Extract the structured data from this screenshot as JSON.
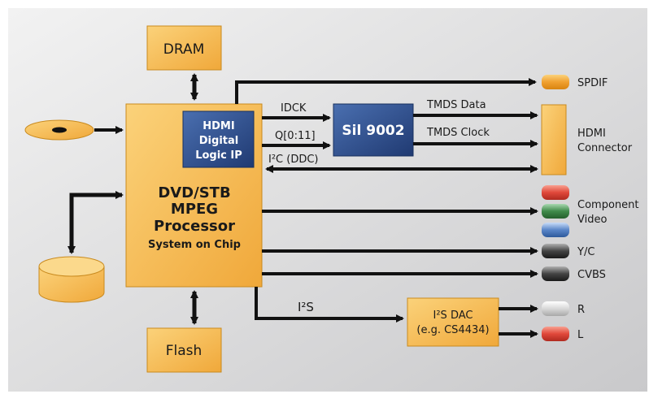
{
  "blocks": {
    "dram": "DRAM",
    "flash": "Flash",
    "processor": [
      "DVD/STB",
      "MPEG",
      "Processor",
      "System on Chip"
    ],
    "hdmi_ip": [
      "HDMI",
      "Digital",
      "Logic IP"
    ],
    "sil": "Sil 9002",
    "dac": [
      "I²S DAC",
      "(e.g. CS4434)"
    ]
  },
  "signals": {
    "idck": "IDCK",
    "q_bus": "Q[0:11]",
    "i2c": "I²C (DDC)",
    "tmds_data": "TMDS Data",
    "tmds_clock": "TMDS Clock",
    "i2s": "I²S"
  },
  "outputs": {
    "spdif": "SPDIF",
    "hdmi": [
      "HDMI",
      "Connector"
    ],
    "component": [
      "Component",
      "Video"
    ],
    "yc": "Y/C",
    "cvbs": "CVBS",
    "r": "R",
    "l": "L"
  },
  "colors": {
    "orange": "#f5b446",
    "navy": "#2f4f8f",
    "arrow": "#111111",
    "red_plug": "#e0483a",
    "green_plug": "#3f8a4a",
    "blue_plug": "#5a86c8",
    "dark_plug": "#444444",
    "white_plug": "#d8d8d8"
  },
  "icons": {
    "disc": "optical-disc-icon",
    "hdd": "hard-disk-icon",
    "plug": "rca-plug-icon"
  }
}
